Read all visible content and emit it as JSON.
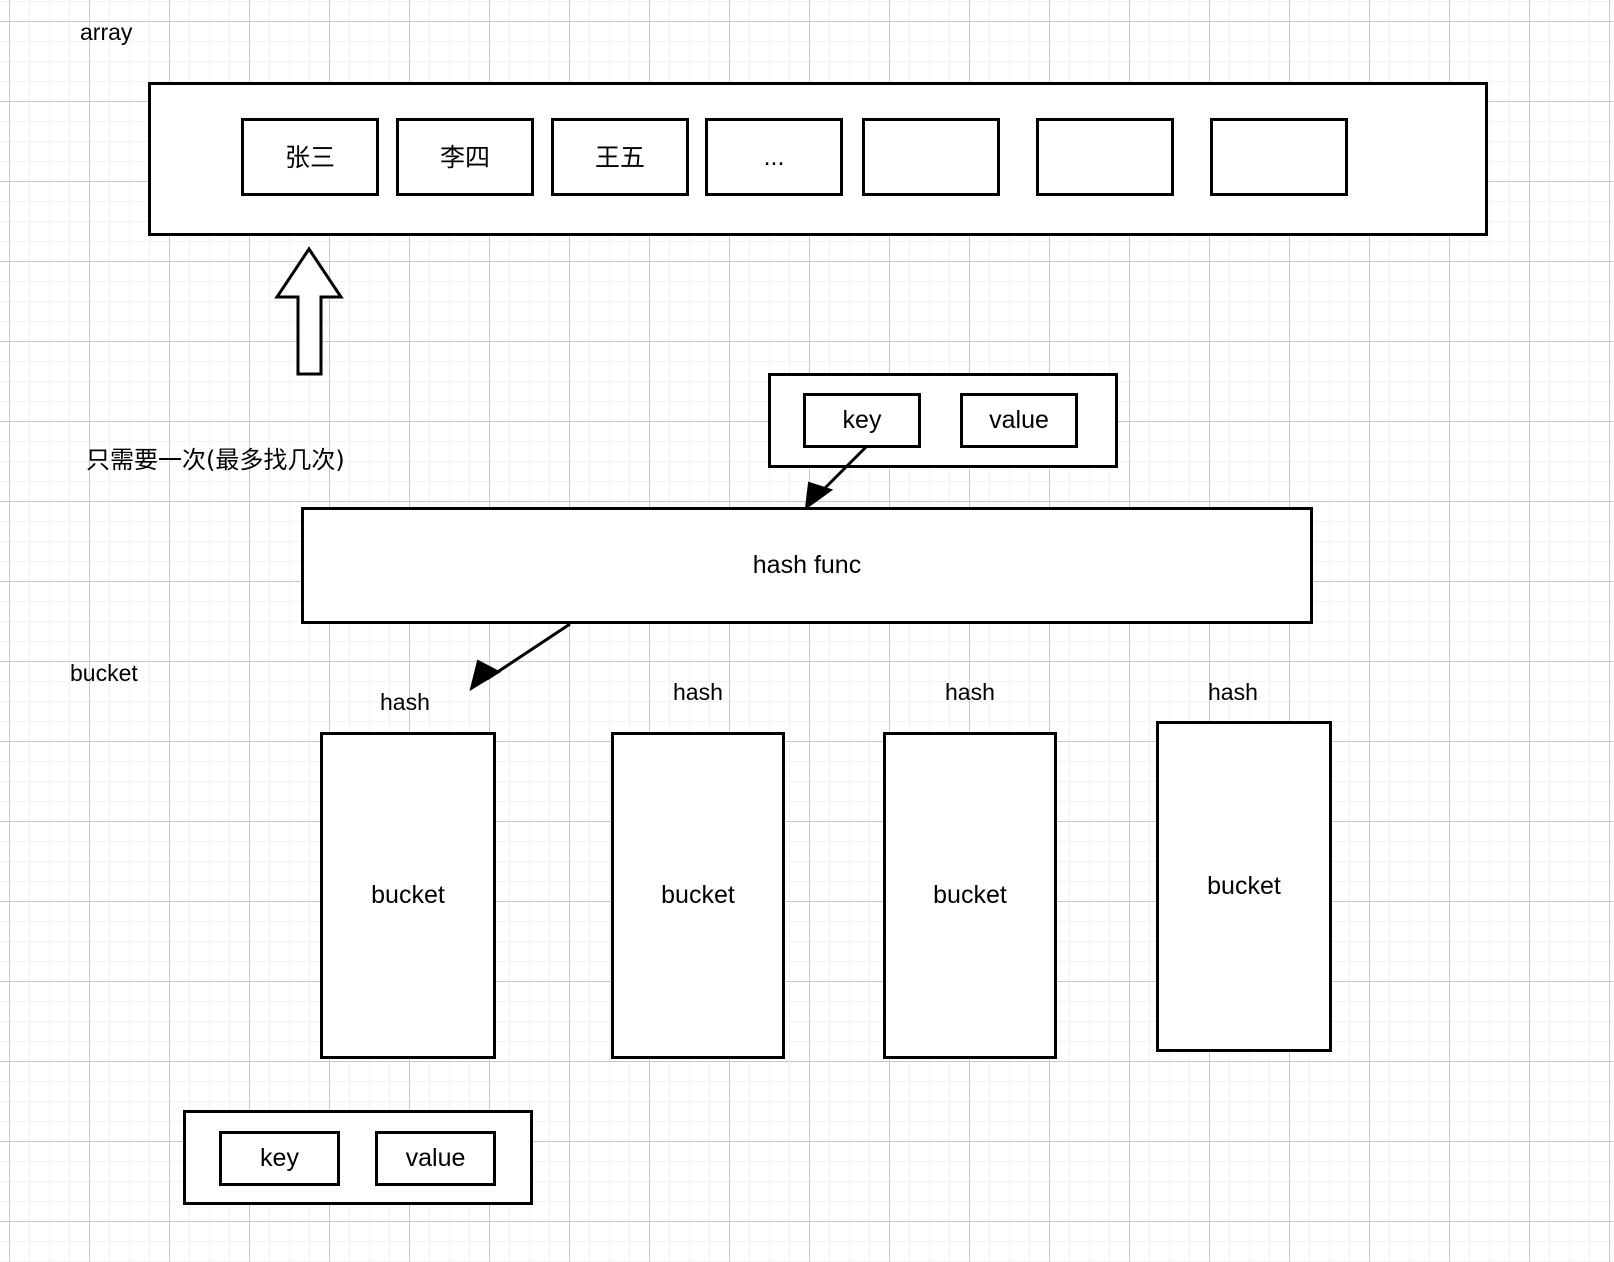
{
  "diagram": {
    "title_labels": {
      "array": "array",
      "bucket": "bucket",
      "note_cn": "只需要一次(最多找几次)"
    },
    "array_section": {
      "label": "array",
      "cells": [
        {
          "text": "张三",
          "lang": "cn"
        },
        {
          "text": "李四",
          "lang": "cn"
        },
        {
          "text": "王五",
          "lang": "cn"
        },
        {
          "text": "...",
          "lang": "en"
        },
        {
          "text": "",
          "lang": "en"
        },
        {
          "text": "",
          "lang": "en"
        },
        {
          "text": "",
          "lang": "en"
        }
      ]
    },
    "kv_top": {
      "key_label": "key",
      "value_label": "value"
    },
    "hash_func": {
      "label": "hash func"
    },
    "buckets": [
      {
        "hash_label": "hash",
        "bucket_label": "bucket"
      },
      {
        "hash_label": "hash",
        "bucket_label": "bucket"
      },
      {
        "hash_label": "hash",
        "bucket_label": "bucket"
      },
      {
        "hash_label": "hash",
        "bucket_label": "bucket"
      }
    ],
    "kv_bottom": {
      "key_label": "key",
      "value_label": "value"
    },
    "colors": {
      "stroke": "#000000",
      "background": "#ffffff",
      "grid_minor": "#f2f2f2",
      "grid_major": "#c9c9c9"
    }
  }
}
